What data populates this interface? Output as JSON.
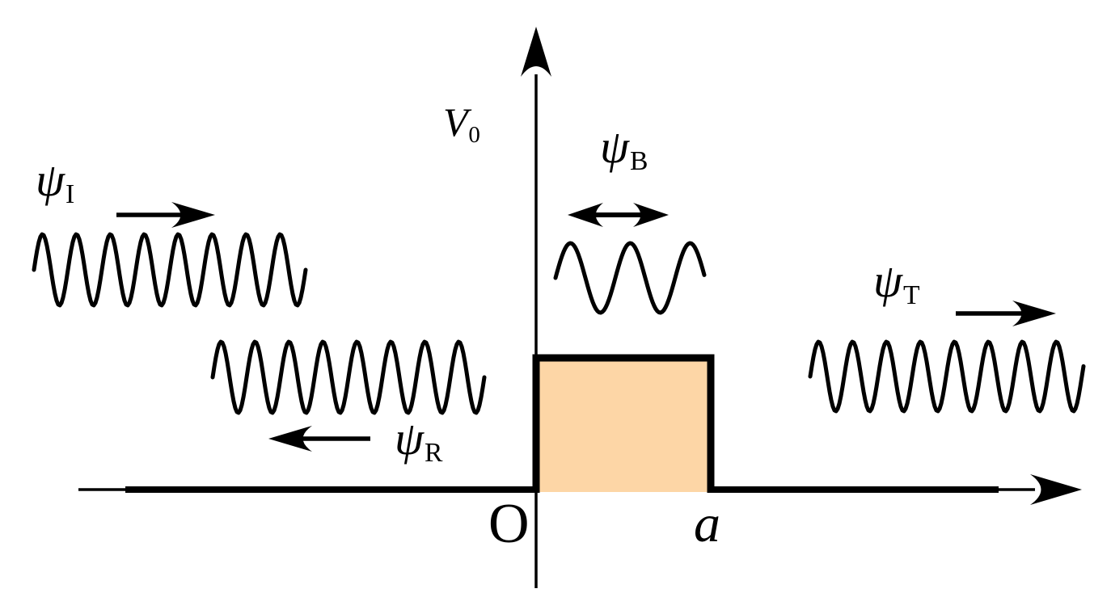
{
  "background": "#ffffff",
  "colors": {
    "stroke": "#000000",
    "barrier_fill": "#fdd6a6"
  },
  "axes": {
    "vertical_label": {
      "main": "V",
      "sub": "0"
    },
    "origin_label": "O",
    "barrier_width_label": "a"
  },
  "waves": [
    {
      "id": "incident",
      "label": {
        "main": "ψ",
        "sub": "I"
      },
      "direction": "right"
    },
    {
      "id": "reflected",
      "label": {
        "main": "ψ",
        "sub": "R"
      },
      "direction": "left"
    },
    {
      "id": "barrier",
      "label": {
        "main": "ψ",
        "sub": "B"
      },
      "direction": "both"
    },
    {
      "id": "transmitted",
      "label": {
        "main": "ψ",
        "sub": "T"
      },
      "direction": "right"
    }
  ]
}
